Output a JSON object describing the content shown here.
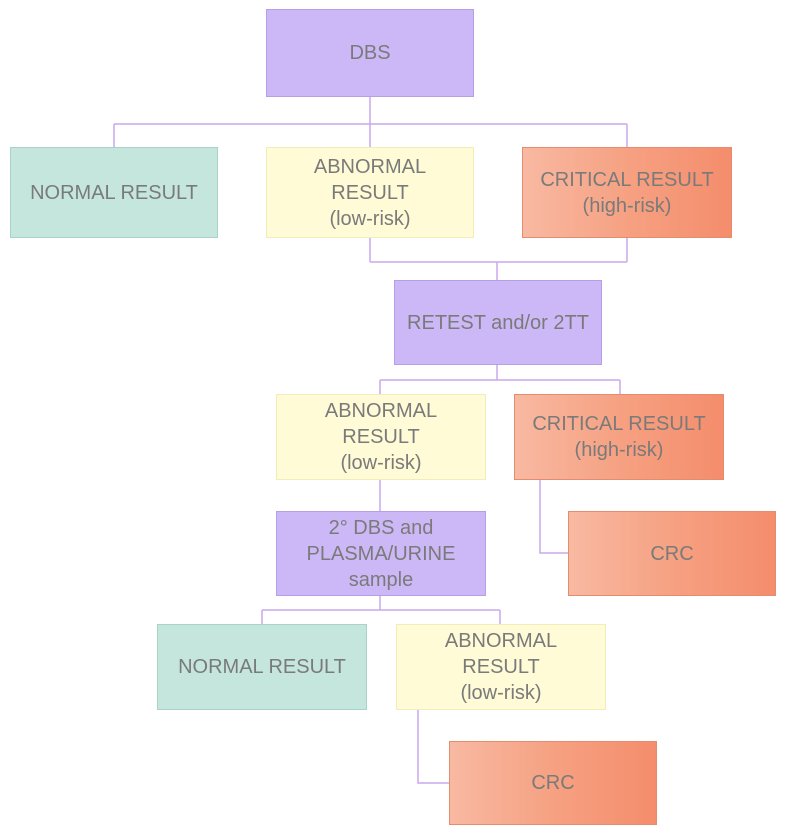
{
  "nodes": {
    "dbs": "DBS",
    "normal_result_1": "NORMAL RESULT",
    "abnormal_result_1": "ABNORMAL\nRESULT\n(low-risk)",
    "critical_result_1": "CRITICAL RESULT\n(high-risk)",
    "retest": "RETEST and/or 2TT",
    "abnormal_result_2": "ABNORMAL\nRESULT\n(low-risk)",
    "critical_result_2": "CRITICAL RESULT\n(high-risk)",
    "crc_1": "CRC",
    "second_dbs": "2° DBS and\nPLASMA/URINE\nsample",
    "normal_result_2": "NORMAL  RESULT",
    "abnormal_result_3": "ABNORMAL\nRESULT\n(low-risk)",
    "crc_2": "CRC"
  },
  "colors": {
    "purple": "#ccb8f6",
    "teal": "#c5e6dd",
    "yellow": "#fefbd6",
    "coral": "#f6a182",
    "connector": "#c9a8ee",
    "text": "#7a7a7a"
  }
}
